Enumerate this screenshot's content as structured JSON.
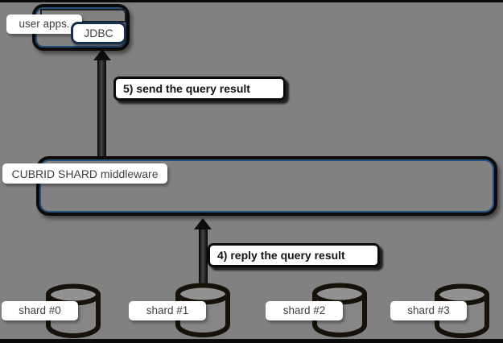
{
  "colors": {
    "background": "#818181",
    "outline_black": "#0a0a0a",
    "accent_blue": "#24507e",
    "label_text": "#3f3f3f",
    "callout_text": "#141414",
    "white": "#ffffff",
    "cylinder_stroke": "#16120a"
  },
  "user_apps": {
    "label": "user apps.",
    "jdbc": "JDBC"
  },
  "middleware": {
    "label": "CUBRID SHARD middleware"
  },
  "callouts": {
    "send": "5) send the query result",
    "reply": "4) reply the query result"
  },
  "shards": [
    {
      "label": "shard #0"
    },
    {
      "label": "shard #1"
    },
    {
      "label": "shard #2"
    },
    {
      "label": "shard #3"
    }
  ],
  "icons": {
    "arrow_up": "arrow-up-icon",
    "database": "database-cylinder-icon"
  }
}
